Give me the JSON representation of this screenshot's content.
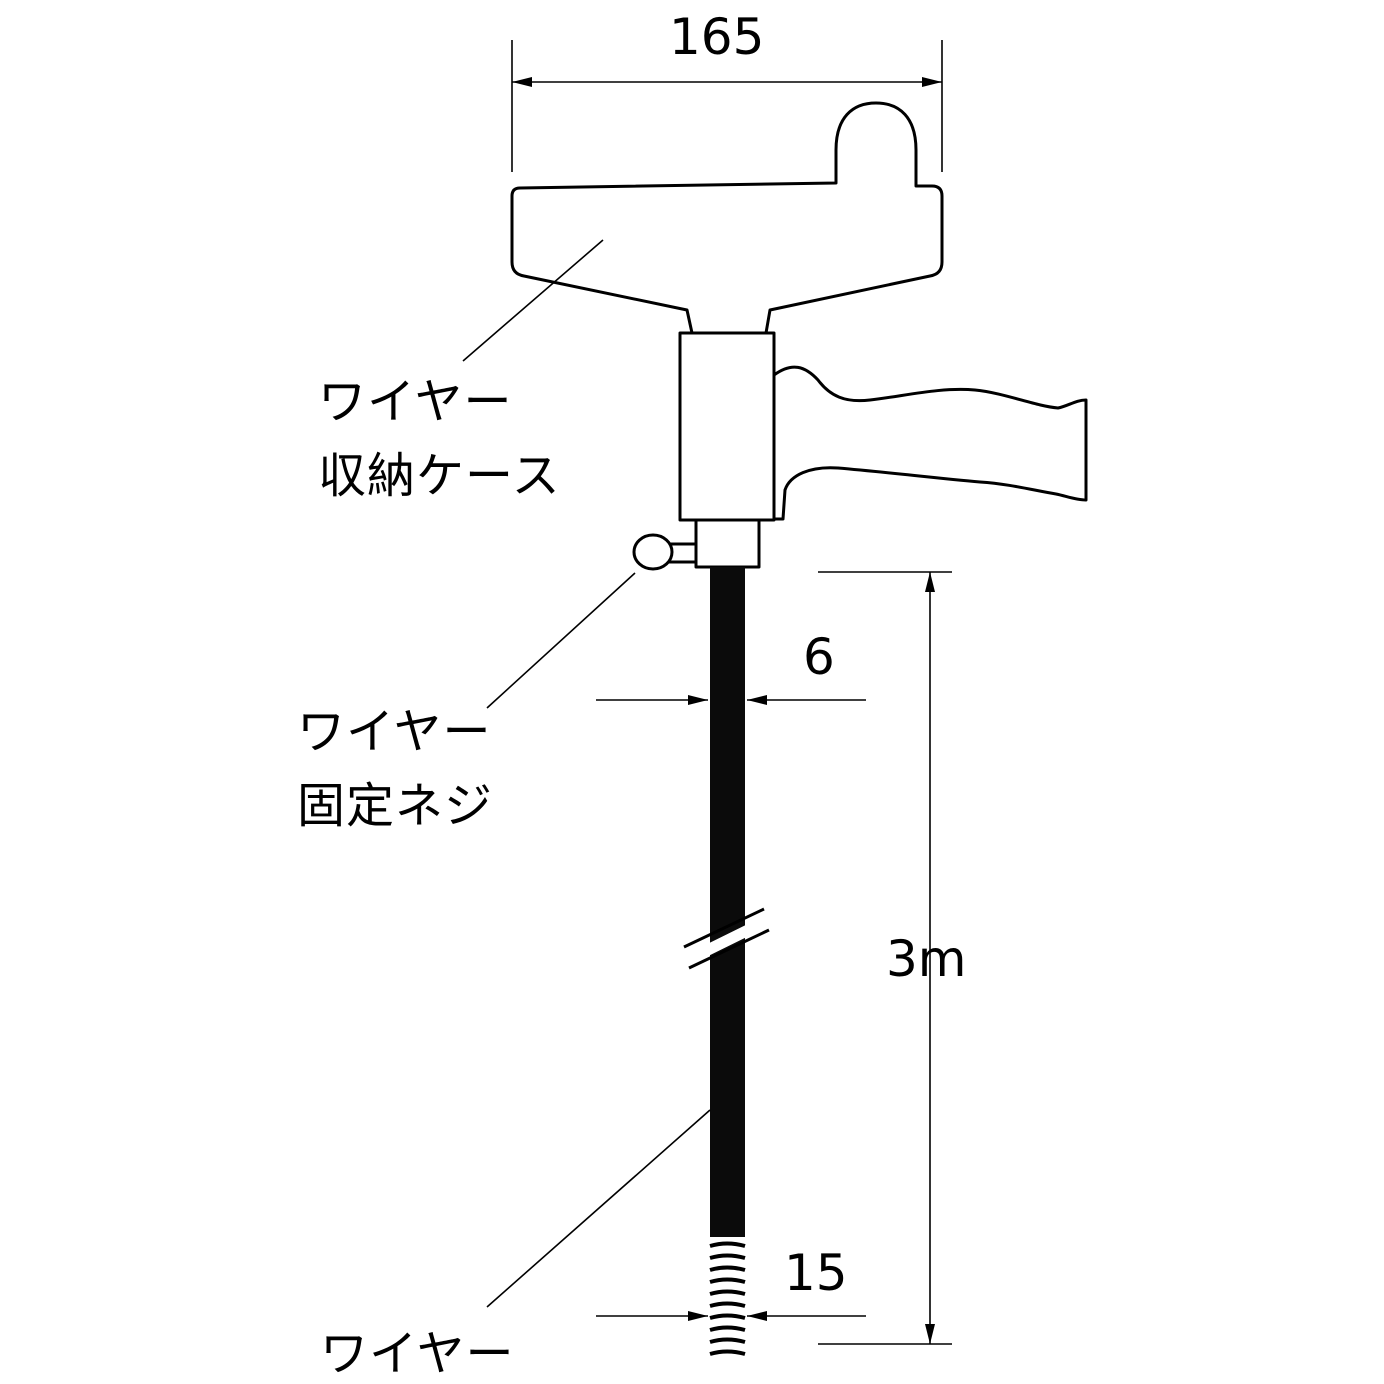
{
  "diagram": {
    "dimensions": {
      "case_width": "165",
      "wire_diameter": "6",
      "head_diameter": "15",
      "wire_length": "3m"
    },
    "labels": {
      "storage_case": [
        "ワイヤー",
        "収納ケース"
      ],
      "fixing_screw": [
        "ワイヤー",
        "固定ネジ"
      ],
      "wire": "ワイヤー"
    },
    "colors": {
      "line": "#000000",
      "wire": "#0b0b0b",
      "background": "#ffffff"
    }
  }
}
